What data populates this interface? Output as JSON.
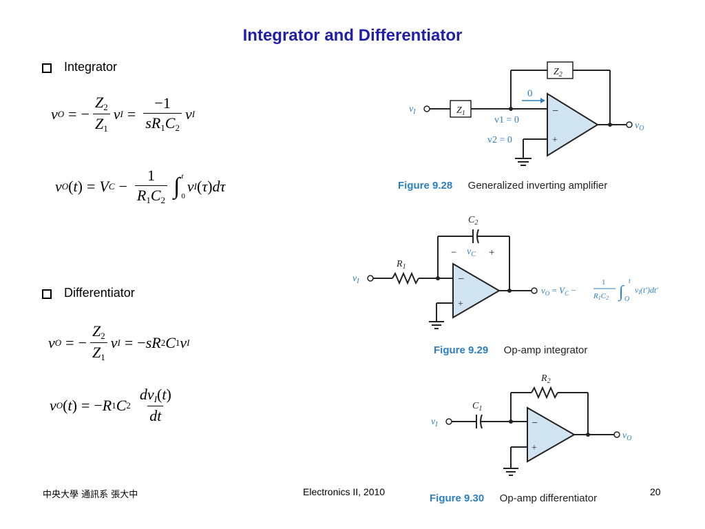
{
  "title": "Integrator and Differentiator",
  "bullets": {
    "integrator": "Integrator",
    "differentiator": "Differentiator"
  },
  "figures": {
    "fig28": {
      "number": "Figure 9.28",
      "caption": "Generalized inverting amplifier"
    },
    "fig29": {
      "number": "Figure 9.29",
      "caption": "Op-amp integrator"
    },
    "fig30": {
      "number": "Figure 9.30",
      "caption": "Op-amp differentiator"
    }
  },
  "circuit_labels": {
    "z1": "Z1",
    "z2": "Z2",
    "vi": "vI",
    "vo": "vO",
    "current": "0",
    "v1": "v1 = 0",
    "v2": "v2 = 0",
    "r1": "R1",
    "r2": "R2",
    "c1": "C1",
    "c2": "C2",
    "vc": "vC",
    "minus": "−",
    "plus": "+"
  },
  "footer": {
    "left": "中央大學 通訊系 張大中",
    "center": "Electronics II, 2010",
    "page": "20"
  }
}
